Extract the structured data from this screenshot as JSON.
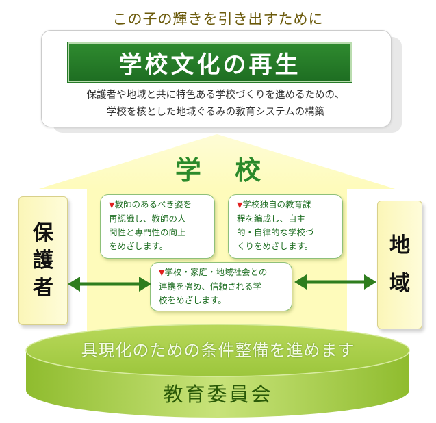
{
  "tagline": "この子の輝きを引き出すために",
  "title": "学校文化の再生",
  "subtitle_line1": "保護者や地域と共に特色ある学校づくりを進めるための、",
  "subtitle_line2": "学校を核とした地域ぐるみの教育システムの構築",
  "school_label": "学 校",
  "notes": [
    {
      "marker": "▼",
      "lines": [
        "教師のあるべき姿を",
        "再認識し、教師の人",
        "間性と専門性の向上",
        "をめざします。"
      ]
    },
    {
      "marker": "▼",
      "lines": [
        "学校独自の教育課",
        "程を編成し、自主",
        "的・自律的な学校づ",
        "くりをめざします。"
      ]
    },
    {
      "marker": "▼",
      "lines": [
        "学校・家庭・地域社会との",
        "連携を強め、信頼される学",
        "校をめざします。"
      ]
    }
  ],
  "left_box": [
    "保",
    "護",
    "者"
  ],
  "right_box": [
    "地",
    "域"
  ],
  "base_line1": "具現化のための条件整備を進めます",
  "base_line2": "教育委員会",
  "colors": {
    "title_green": "#1e6e22",
    "school_green": "#2b8a2b",
    "house_fill": "#fefbbb",
    "marker_red": "#e02020",
    "base_green": "#9bc73a",
    "arrow_green": "#2e7d1e"
  }
}
